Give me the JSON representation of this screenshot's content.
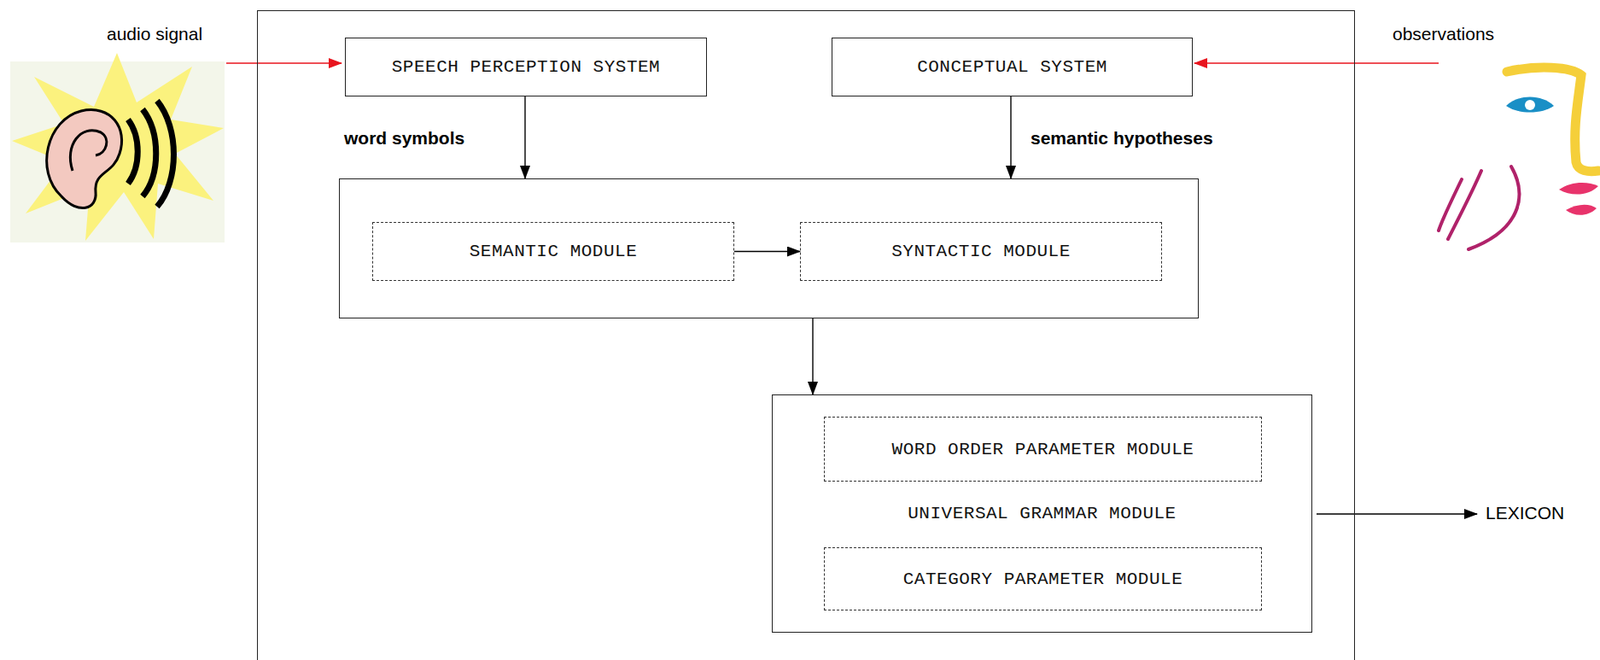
{
  "diagram": {
    "nodes": [
      {
        "text": []
      },
      {
        "text": [
          "SPEECH PERCEPTION SYSTEM"
        ],
        "in": 0
      },
      {
        "text": [
          "CONCEPTUAL SYSTEM"
        ],
        "in": 0
      },
      {
        "text": [],
        "in": 0
      },
      {
        "text": [
          "SEMANTIC MODULE"
        ],
        "in": 3
      },
      {
        "text": [
          "SYNTACTIC MODULE"
        ],
        "in": 3
      },
      {
        "text": [
          "UNIVERSAL GRAMMAR MODULE"
        ],
        "in": 0
      },
      {
        "text": [
          "WORD ORDER PARAMETER MODULE"
        ],
        "in": 6
      },
      {
        "text": [
          "CATEGORY PARAMETER MODULE"
        ],
        "in": 6
      }
    ],
    "edges": [
      {
        "from": 1,
        "to": 3,
        "label": "word symbols",
        "arrow": "to"
      },
      {
        "from": 2,
        "to": 3,
        "label": "semantic hypotheses",
        "arrow": "to"
      },
      {
        "from": 4,
        "to": 5,
        "arrow": "to"
      },
      {
        "from": 3,
        "to": 6,
        "arrow": "to"
      }
    ],
    "labels": [
      "audio signal",
      "observations",
      "LEXICON"
    ]
  }
}
